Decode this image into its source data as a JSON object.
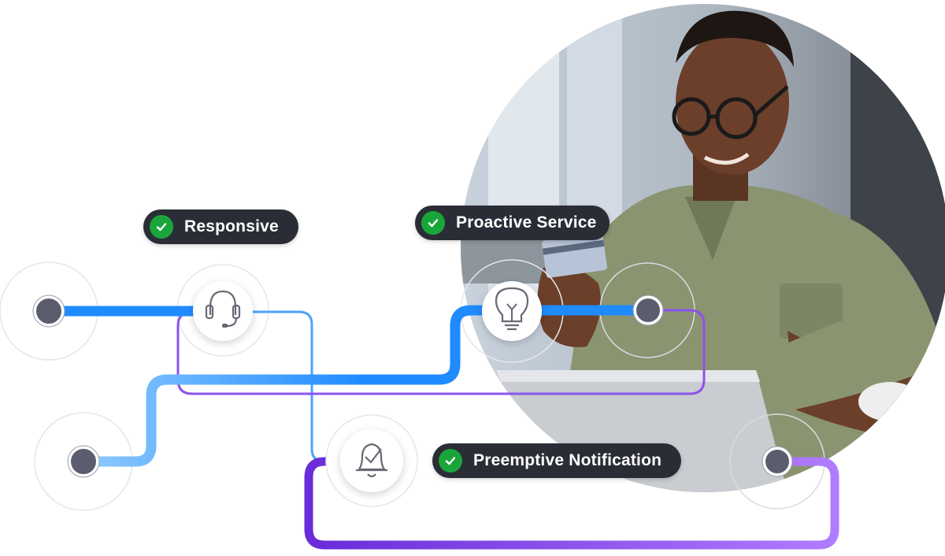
{
  "badges": {
    "responsive": "Responsive",
    "proactive": "Proactive Service",
    "preemptive": "Preemptive Notification"
  },
  "icons": {
    "support": "headset-icon",
    "idea": "lightbulb-icon",
    "alert": "bell-check-icon",
    "status": "check-icon"
  },
  "colors": {
    "blue": "#1f8bff",
    "light_blue": "#7cc0ff",
    "purple": "#7b3fe4",
    "node": "#5b5d6e",
    "badge_bg": "#2a2d36",
    "check_green": "#1aa53a"
  }
}
